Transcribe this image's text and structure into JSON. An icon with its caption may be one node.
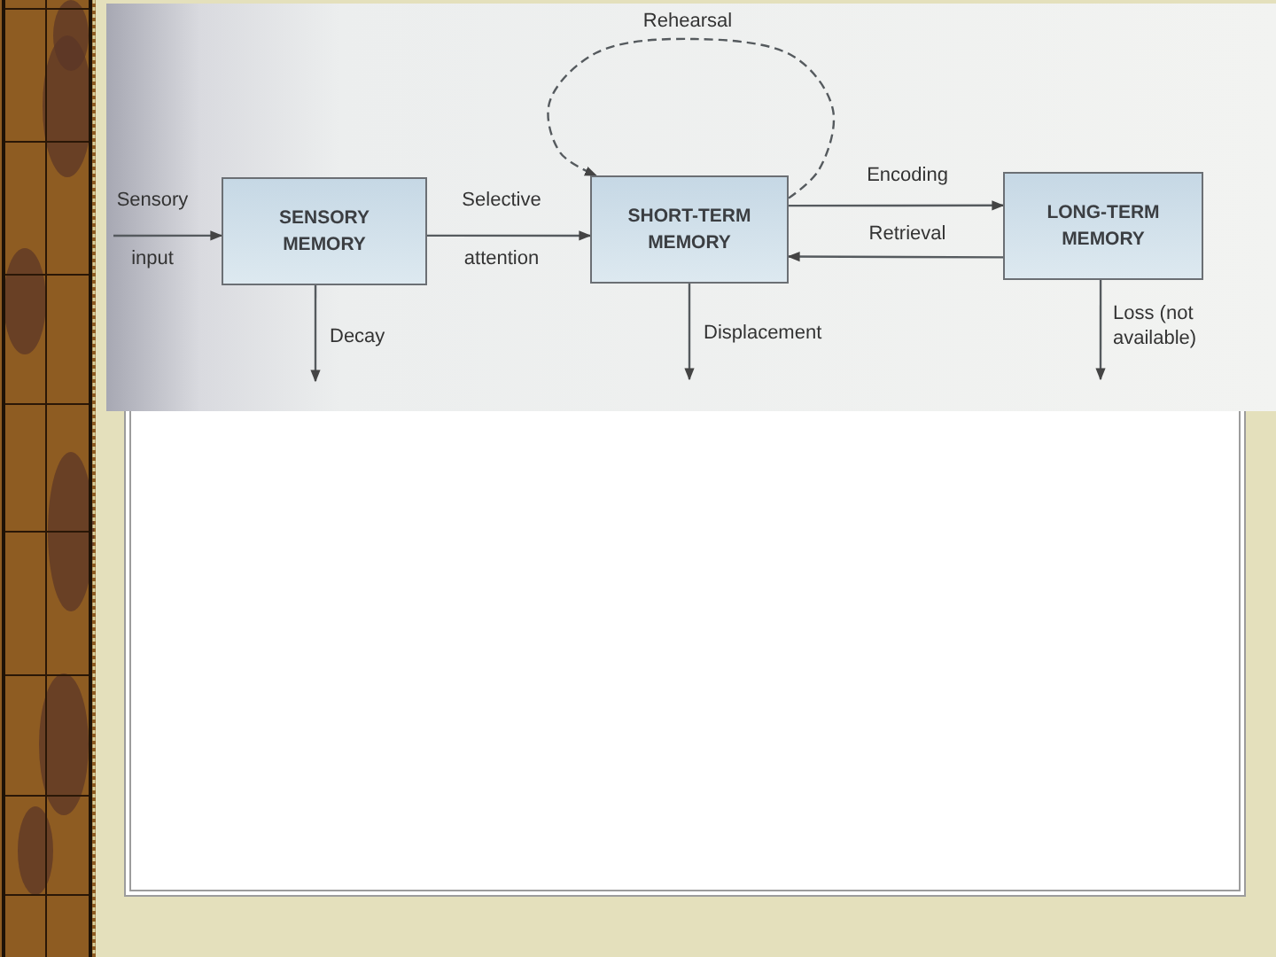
{
  "diagram": {
    "nodes": [
      {
        "text": [
          "SENSORY MEMORY"
        ]
      },
      {
        "text": [
          "SHORT-TERM MEMORY"
        ]
      },
      {
        "text": [
          "LONG-TERM MEMORY"
        ]
      }
    ],
    "edges": [
      {
        "from": null,
        "to": 0,
        "arrow": "to",
        "label": "Sensory input"
      },
      {
        "from": 0,
        "to": 1,
        "arrow": "to",
        "label": "Selective attention"
      },
      {
        "from": 1,
        "to": 1,
        "arrow": "to",
        "label": "Rehearsal",
        "style": "dashed"
      },
      {
        "from": 1,
        "to": 2,
        "arrow": "to",
        "label": "Encoding"
      },
      {
        "from": 2,
        "to": 1,
        "arrow": "to",
        "label": "Retrieval"
      },
      {
        "from": 0,
        "to": null,
        "arrow": "to",
        "label": "Decay"
      },
      {
        "from": 1,
        "to": null,
        "arrow": "to",
        "label": "Displacement"
      },
      {
        "from": 2,
        "to": null,
        "arrow": "to",
        "label": "Loss (not available)"
      }
    ]
  }
}
